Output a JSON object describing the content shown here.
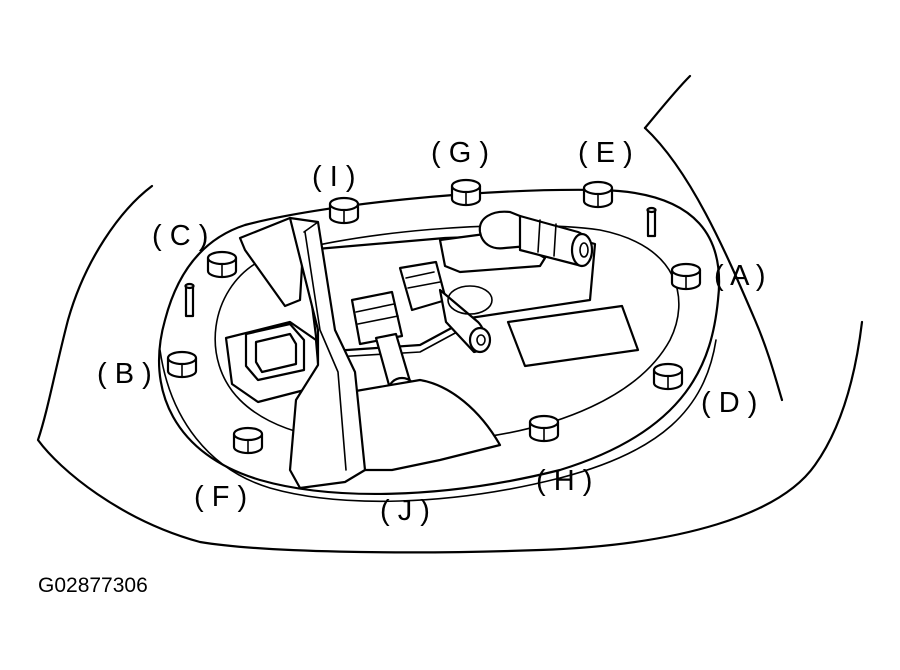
{
  "figure": {
    "id_label": "G02877306",
    "callouts": {
      "A": "( A )",
      "B": "( B )",
      "C": "( C )",
      "D": "( D )",
      "E": "( E )",
      "F": "( F )",
      "G": "( G )",
      "H": "( H )",
      "I": "( I )",
      "J": "( J )"
    }
  }
}
